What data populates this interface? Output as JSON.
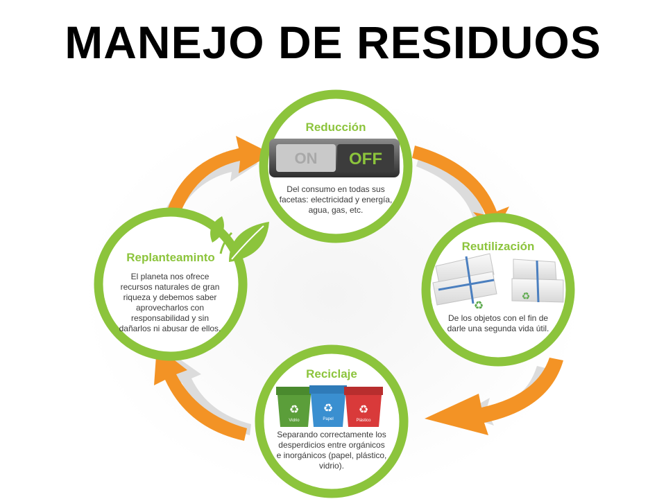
{
  "title": "MANEJO DE RESIDUOS",
  "colors": {
    "ring_green": "#8cc43c",
    "title_green": "#8cc43c",
    "arrow_orange": "#f39325",
    "arrow_shadow": "#d9d9d9",
    "body_text": "#3a3a3a",
    "bin_green": "#5b9e3a",
    "bin_blue": "#3a8fd0",
    "bin_red": "#d93a3a"
  },
  "stages": {
    "reduccion": {
      "title": "Reducción",
      "text": "Del consumo en todas sus facetas: electricidad y energía, agua, gas, etc.",
      "switch_on": "ON",
      "switch_off": "OFF"
    },
    "reutilizacion": {
      "title": "Reutilización",
      "text": "De los objetos con el fin de darle una segunda vida útil."
    },
    "reciclaje": {
      "title": "Reciclaje",
      "text": "Separando correctamente los desperdicios entre orgánicos e inorgánicos (papel, plástico, vidrio).",
      "bins": [
        "Vidrio",
        "Papel",
        "Plástico"
      ]
    },
    "replanteamiento": {
      "title": "Replanteaminto",
      "text": "El planeta nos ofrece recursos naturales de gran riqueza y debemos saber aprovecharlos con responsabilidad y sin dañarlos ni abusar de ellos."
    }
  },
  "icons": [
    "power-switch-icon",
    "stacked-bags-icon",
    "recycle-icon",
    "recycling-bins-icon",
    "leaf-icon",
    "cycle-arrow-icon"
  ]
}
